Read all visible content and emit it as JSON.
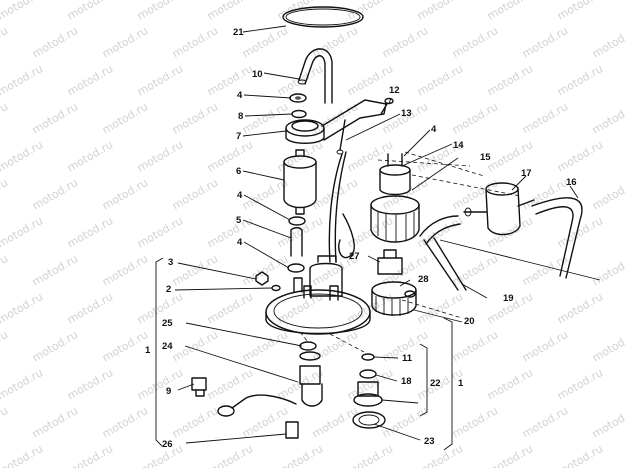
{
  "watermark": {
    "text": "motod.ru"
  },
  "callouts": {
    "c1": "1",
    "c2": "2",
    "c3": "3",
    "c4": "4",
    "c5": "5",
    "c6": "6",
    "c7": "7",
    "c8": "8",
    "c9": "9",
    "c10": "10",
    "c11": "11",
    "c12": "12",
    "c13": "13",
    "c14": "14",
    "c15": "15",
    "c16": "16",
    "c17": "17",
    "c18": "18",
    "c19": "19",
    "c20": "20",
    "c21": "21",
    "c22": "22",
    "c23": "23",
    "c24": "24",
    "c25": "25",
    "c26": "26",
    "c27": "27",
    "c28": "28"
  },
  "colors": {
    "ink": "#111111",
    "watermark": "#d2d2d2",
    "background": "#ffffff"
  }
}
